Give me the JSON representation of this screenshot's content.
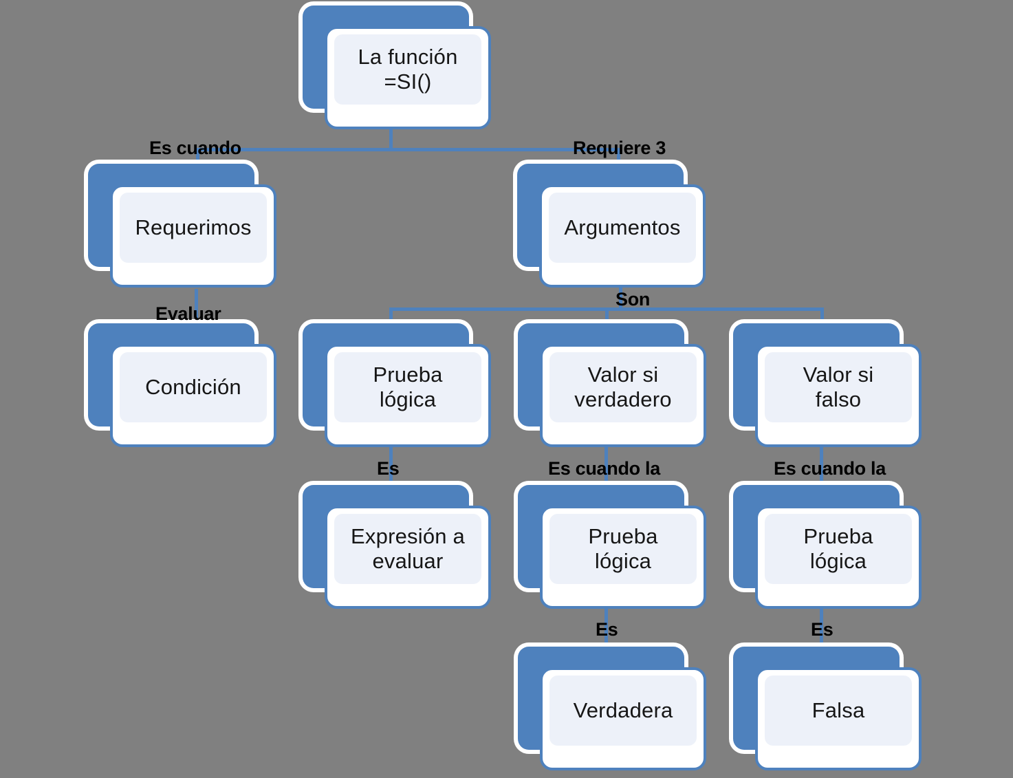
{
  "diagram": {
    "title": "La funcion =SI()",
    "background_color": "#808080",
    "node_fill_color": "#4E81BD",
    "node_panel_color": "#EDF1F9",
    "connector_color": "#4E81BD",
    "text_color": "#161616"
  },
  "nodes": [
    {
      "id": "root",
      "label": "La función\n=SI()"
    },
    {
      "id": "requerimos",
      "label": "Requerimos"
    },
    {
      "id": "argumentos",
      "label": "Argumentos"
    },
    {
      "id": "condicion",
      "label": "Condición"
    },
    {
      "id": "prueba",
      "label": "Prueba\nlógica"
    },
    {
      "id": "valor-true",
      "label": "Valor si\nverdadero"
    },
    {
      "id": "valor-false",
      "label": "Valor si\nfalso"
    },
    {
      "id": "expresion",
      "label": "Expresión a\nevaluar"
    },
    {
      "id": "prueba-2",
      "label": "Prueba\nlógica"
    },
    {
      "id": "prueba-3",
      "label": "Prueba\nlógica"
    },
    {
      "id": "verdadera",
      "label": "Verdadera"
    },
    {
      "id": "falsa",
      "label": "Falsa"
    }
  ],
  "edges": [
    {
      "id": "root-requerimos",
      "label": "Es cuando",
      "from": "root",
      "to": "requerimos"
    },
    {
      "id": "root-argumentos",
      "label": "Requiere 3",
      "from": "root",
      "to": "argumentos"
    },
    {
      "id": "requerimos-condicion",
      "label": "Evaluar",
      "from": "requerimos",
      "to": "condicion"
    },
    {
      "id": "argumentos-children",
      "label": "Son",
      "from": "argumentos",
      "to": "prueba"
    },
    {
      "id": "prueba-expresion",
      "label": "Es",
      "from": "prueba",
      "to": "expresion"
    },
    {
      "id": "valortrue-prueba2",
      "label": "Es cuando la",
      "from": "valor-true",
      "to": "prueba-2"
    },
    {
      "id": "valorfalse-prueba3",
      "label": "Es cuando la",
      "from": "valor-false",
      "to": "prueba-3"
    },
    {
      "id": "prueba2-verdadera",
      "label": "Es",
      "from": "prueba-2",
      "to": "verdadera"
    },
    {
      "id": "prueba3-falsa",
      "label": "Es",
      "from": "prueba-3",
      "to": "falsa"
    }
  ]
}
